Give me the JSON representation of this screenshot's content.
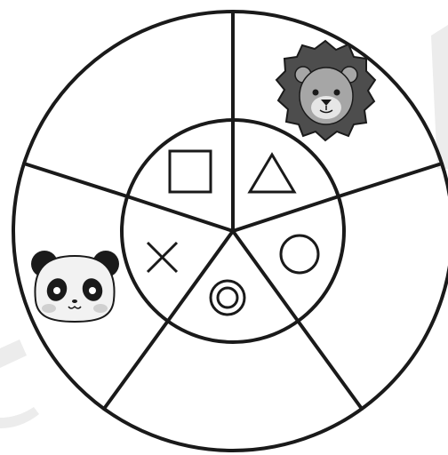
{
  "colors": {
    "line": "#1a1a1a",
    "background": "#ffffff",
    "watermark": "#ececec",
    "lion_mane": "#4d4d4d",
    "lion_face": "#a6a6a6",
    "lion_muzzle": "#e6e6e6",
    "panda_dark": "#1a1a1a",
    "panda_face": "#f2f2f2",
    "panda_cheek": "#d0d0d0"
  },
  "outer_sectors": [
    {
      "id": "top",
      "content": "empty"
    },
    {
      "id": "top-right",
      "content": "lion",
      "icon": "lion-icon"
    },
    {
      "id": "bottom-right",
      "content": "empty"
    },
    {
      "id": "bottom-left",
      "content": "empty"
    },
    {
      "id": "left",
      "content": "panda",
      "icon": "panda-icon"
    }
  ],
  "inner_sectors": [
    {
      "id": "top-left",
      "symbol": "square",
      "icon": "square-icon"
    },
    {
      "id": "top-right",
      "symbol": "triangle",
      "icon": "triangle-icon"
    },
    {
      "id": "right",
      "symbol": "circle",
      "icon": "circle-icon"
    },
    {
      "id": "bottom",
      "symbol": "double-circle",
      "icon": "double-circle-icon"
    },
    {
      "id": "left",
      "symbol": "cross",
      "icon": "cross-icon"
    }
  ]
}
